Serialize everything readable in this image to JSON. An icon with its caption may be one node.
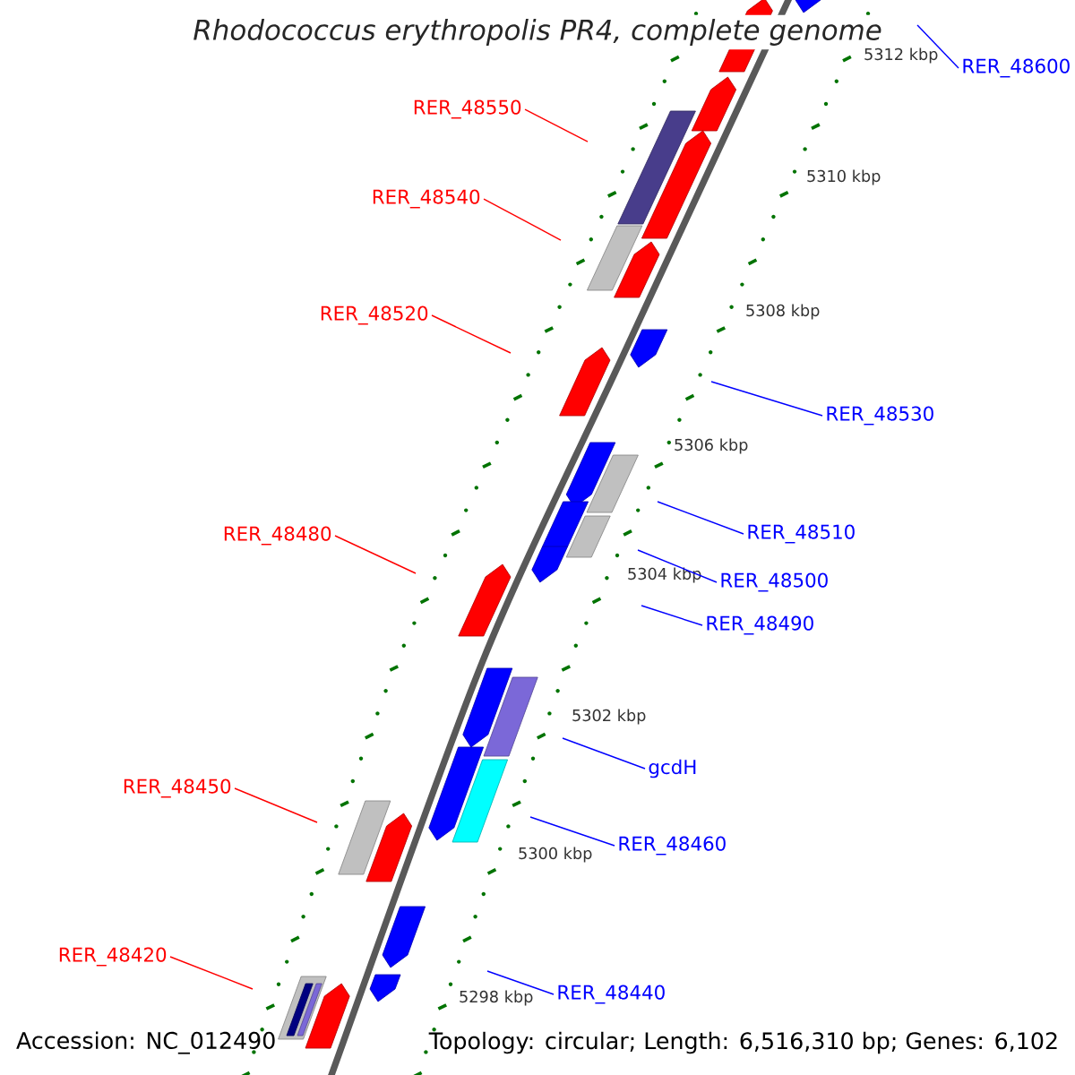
{
  "diagram": {
    "title": "Rhodococcus erythropolis PR4, complete genome",
    "nodes": [
      {
        "text": [
          "RER_48600"
        ]
      },
      {
        "text": [
          "RER_48550"
        ]
      },
      {
        "text": [
          "RER_48540"
        ]
      },
      {
        "text": [
          "RER_48520"
        ]
      },
      {
        "text": [
          "RER_48530"
        ]
      },
      {
        "text": [
          "RER_48510"
        ]
      },
      {
        "text": [
          "RER_48480"
        ]
      },
      {
        "text": [
          "RER_48500"
        ]
      },
      {
        "text": [
          "RER_48490"
        ]
      },
      {
        "text": [
          "gcdH"
        ]
      },
      {
        "text": [
          "RER_48450"
        ]
      },
      {
        "text": [
          "RER_48460"
        ]
      },
      {
        "text": [
          "RER_48420"
        ]
      },
      {
        "text": [
          "RER_48440"
        ]
      }
    ],
    "edges": [
      {
        "from": 0,
        "to": null,
        "arrow": "none",
        "color": "#0000ff"
      },
      {
        "from": 1,
        "to": null,
        "arrow": "none",
        "color": "#ff0000"
      },
      {
        "from": 2,
        "to": null,
        "arrow": "none",
        "color": "#ff0000"
      },
      {
        "from": 3,
        "to": null,
        "arrow": "none",
        "color": "#ff0000"
      },
      {
        "from": 4,
        "to": null,
        "arrow": "none",
        "color": "#0000ff"
      },
      {
        "from": 5,
        "to": null,
        "arrow": "none",
        "color": "#0000ff"
      },
      {
        "from": 6,
        "to": null,
        "arrow": "none",
        "color": "#ff0000"
      },
      {
        "from": 7,
        "to": null,
        "arrow": "none",
        "color": "#0000ff"
      },
      {
        "from": 8,
        "to": null,
        "arrow": "none",
        "color": "#0000ff"
      },
      {
        "from": 9,
        "to": null,
        "arrow": "none",
        "color": "#0000ff"
      },
      {
        "from": 10,
        "to": null,
        "arrow": "none",
        "color": "#ff0000"
      },
      {
        "from": 11,
        "to": null,
        "arrow": "none",
        "color": "#0000ff"
      },
      {
        "from": 12,
        "to": null,
        "arrow": "none",
        "color": "#ff0000"
      },
      {
        "from": 13,
        "to": null,
        "arrow": "none",
        "color": "#0000ff"
      }
    ],
    "labels": [
      "5312 kbp",
      "5310 kbp",
      "5308 kbp",
      "5306 kbp",
      "5304 kbp",
      "5302 kbp",
      "5300 kbp",
      "5298 kbp",
      "Accession: NC_012490",
      "Topology: circular; Length: 6,516,310 bp; Genes: 6,102"
    ]
  }
}
